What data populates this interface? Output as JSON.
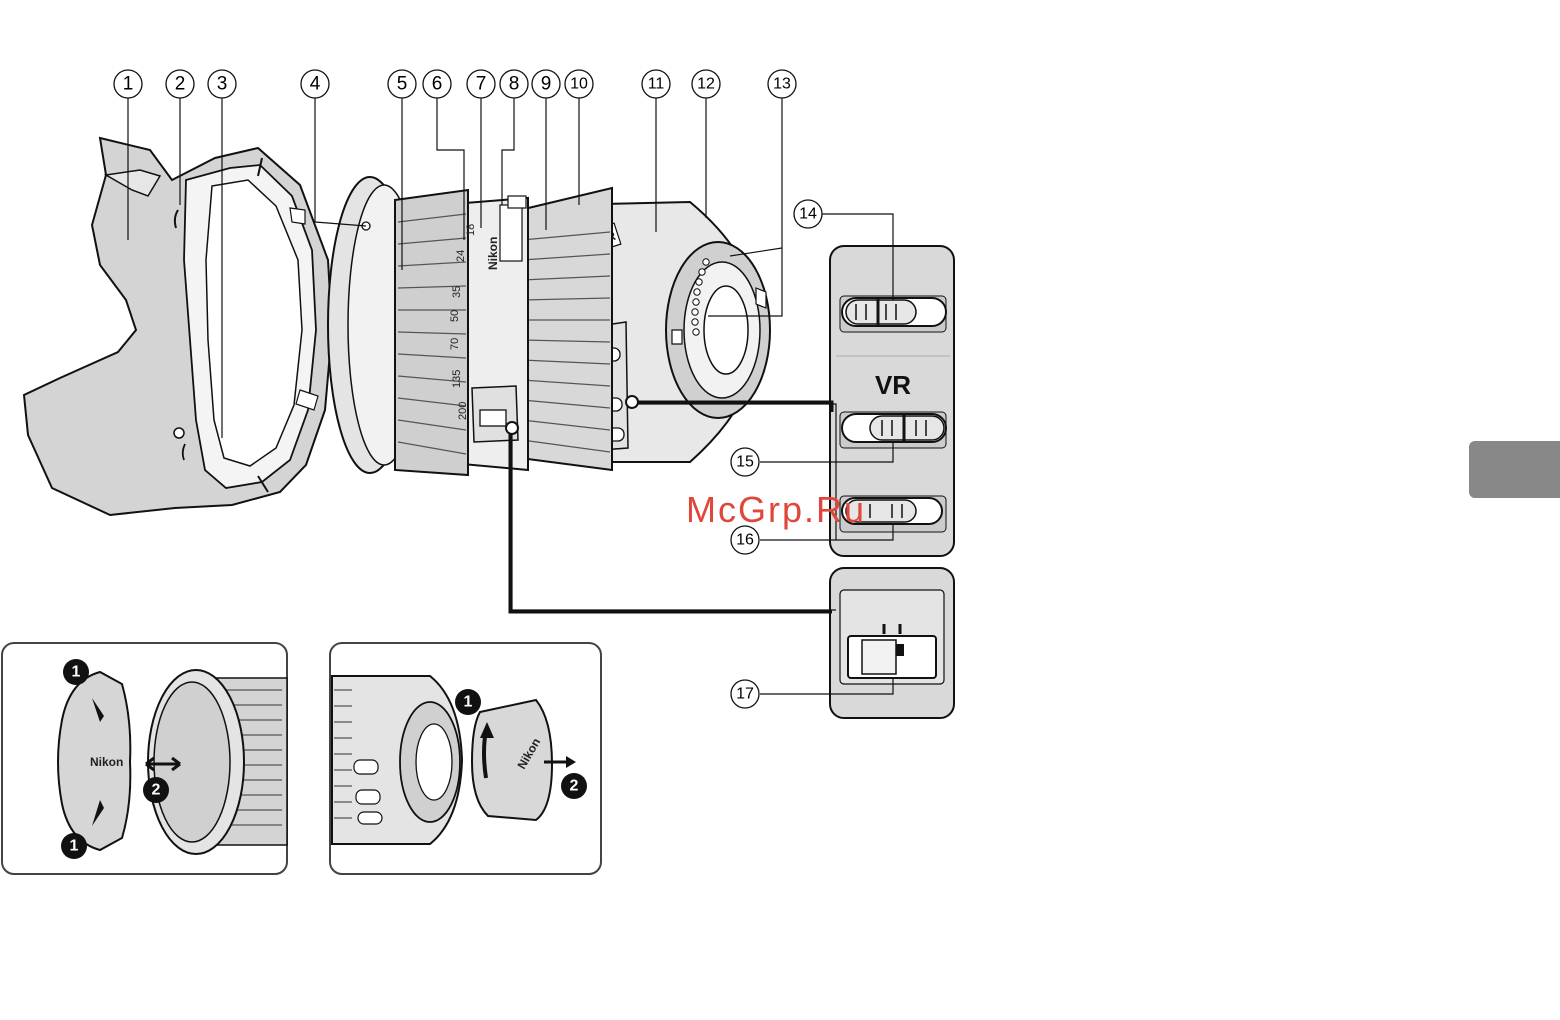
{
  "callouts": [
    "1",
    "2",
    "3",
    "4",
    "5",
    "6",
    "7",
    "8",
    "9",
    "10",
    "11",
    "12",
    "13",
    "14",
    "15",
    "16",
    "17"
  ],
  "zoom_scale": [
    "24",
    "35",
    "50",
    "70",
    "135",
    "200"
  ],
  "zoom_scale_top": "18",
  "brand_text": "Nikon",
  "vr_label": "VR",
  "vr_badge": "VR",
  "steps": {
    "one": "1",
    "two": "2"
  },
  "watermark": "McGrp.Ru",
  "colors": {
    "lens_gray": "#dcdcdc",
    "panel_gray": "#d9d9d9",
    "hood_gray": "#d4d4d4",
    "tab_gray": "#888888",
    "watermark": "#e0463c"
  }
}
